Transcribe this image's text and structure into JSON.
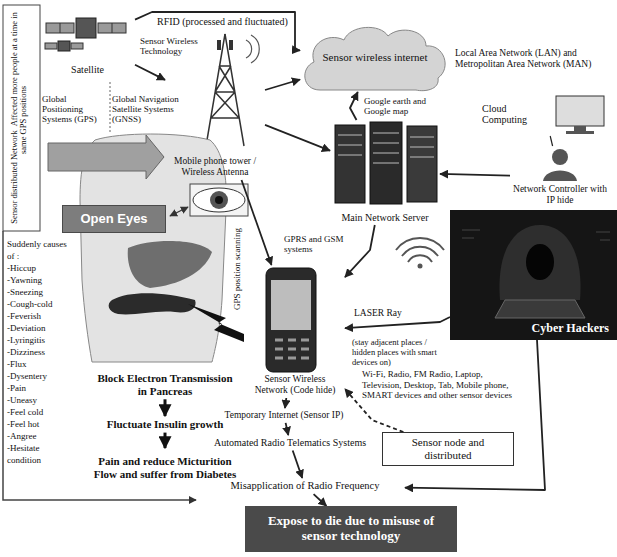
{
  "diagram": {
    "nodes": [
      {
        "text": [
          "Satellite"
        ]
      },
      {
        "text": [
          "Sensor wireless internet"
        ]
      },
      {
        "text": [
          "Mobile phone tower / Wireless Antenna"
        ]
      },
      {
        "text": [
          "Cloud Computing"
        ]
      },
      {
        "text": [
          "Main Network Server"
        ]
      },
      {
        "text": [
          "Network Controller with IP hide"
        ]
      },
      {
        "text": [
          "Cyber Hackers"
        ]
      },
      {
        "text": [
          "Open Eyes"
        ]
      },
      {
        "text": [
          "Sensor Wireless Network (Code hide)"
        ]
      },
      {
        "text": [
          "Block Electron Transmission in Pancreas"
        ]
      },
      {
        "text": [
          "Fluctuate Insulin growth"
        ]
      },
      {
        "text": [
          "Pain and reduce Micturition Flow and suffer from Diabetes"
        ]
      },
      {
        "text": [
          "Temporary Internet (Sensor IP)"
        ]
      },
      {
        "text": [
          "Automated Radio Telematics Systems"
        ]
      },
      {
        "text": [
          "Sensor node and distributed"
        ]
      },
      {
        "text": [
          "Misapplication of Radio Frequency"
        ]
      },
      {
        "text": [
          "Expose to die due to misuse of sensor technology"
        ]
      }
    ],
    "edges": [
      {
        "from": 0,
        "to": 1,
        "label": "RFID (processed and fluctuated)",
        "arrow": "to"
      },
      {
        "from": 0,
        "to": 2,
        "arrow": "to"
      },
      {
        "from": 2,
        "to": 1,
        "arrow": "to"
      },
      {
        "from": 2,
        "to": 4,
        "arrow": "to"
      },
      {
        "from": 4,
        "to": 1,
        "label": "Google earth and Google map",
        "arrow": "to"
      },
      {
        "from": 3,
        "to": 5,
        "arrow": "none"
      },
      {
        "from": 5,
        "to": 4,
        "arrow": "to"
      },
      {
        "from": 4,
        "to": 8,
        "label": "GPRS and GSM systems",
        "arrow": "to"
      },
      {
        "from": 2,
        "to": 8,
        "arrow": "to"
      },
      {
        "from": 6,
        "to": 8,
        "label": "LASER Ray",
        "arrow": "to"
      },
      {
        "from": 14,
        "to": 8,
        "arrow": "to"
      },
      {
        "from": 8,
        "to": 12,
        "arrow": "to"
      },
      {
        "from": 12,
        "to": 13,
        "arrow": "to"
      },
      {
        "from": 13,
        "to": 15,
        "arrow": "to"
      },
      {
        "from": 15,
        "to": 16,
        "arrow": "to"
      },
      {
        "from": 6,
        "to": 15,
        "arrow": "to"
      },
      {
        "from": 9,
        "to": 10,
        "arrow": "to"
      },
      {
        "from": 10,
        "to": 11,
        "arrow": "to"
      }
    ],
    "labels": [
      "Sensor Wireless Technology",
      "Global Positioning Systems (GPS)",
      "Global Navigation Satellite Systems (GNSS)",
      "Local Area Network (LAN) and Metropolitan Area Network (MAN)",
      "Sensor distributed Network",
      "Affected more people at a time in same GPS positions",
      "Suddenly causes of :",
      "-Hiccup",
      "-Yawning",
      "-Sneezing",
      "-Cough-cold",
      "-Feverish",
      "-Deviation",
      "-Lyringitis",
      "-Dizziness",
      "-Flux",
      "-Dysentery",
      "-Pain",
      "-Uneasy",
      "-Feel cold",
      "-Feel hot",
      "-Angree",
      "-Hesitate condition",
      "GPS position scanning",
      "(stay adjacent places / hidden places with smart devices on)",
      "Wi-Fi, Radio, FM Radio, Laptop, Television, Desktop, Tab, Mobile phone, SMART devices and other sensor devices"
    ]
  }
}
